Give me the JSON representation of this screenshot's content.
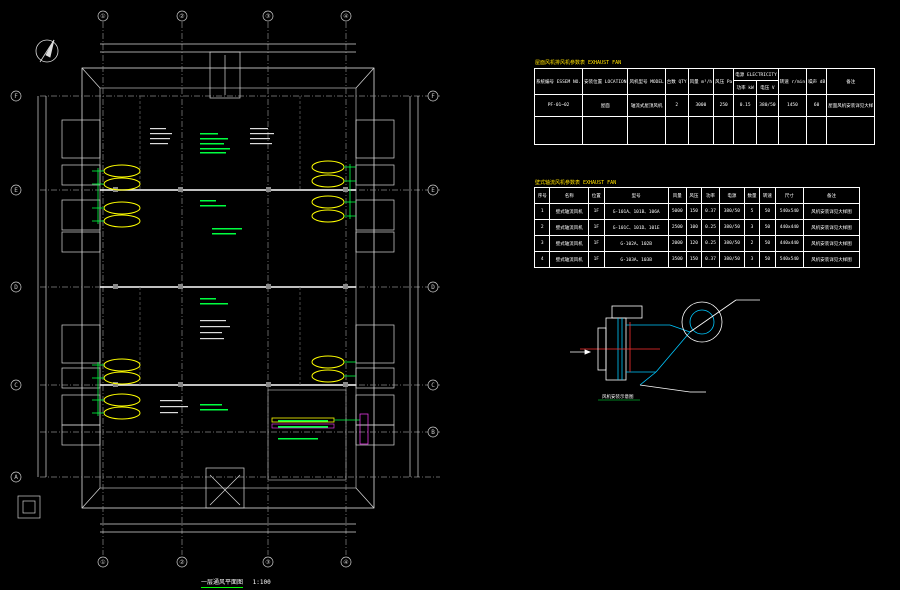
{
  "drawing": {
    "plan_title": "一层通风平面图",
    "plan_scale": "1:100",
    "grid_columns": [
      "①",
      "②",
      "③",
      "④"
    ],
    "grid_rows": [
      "F",
      "E",
      "D",
      "C",
      "B",
      "A"
    ],
    "detail_caption": "风机安装示意图"
  },
  "exhaust_fan_table": {
    "title": "屋面风机排风机参数表 EXHAUST FAN",
    "headers": [
      "系统编号\nESSEM NO.",
      "安装位置\nLOCATION",
      "风机型号\nMODEL",
      "台数\nQTY",
      "风量\nm³/h",
      "风压\nPa",
      "功率 kW",
      "电压 V",
      "转速\nr/min",
      "噪声\ndB",
      "备注"
    ],
    "header_group": "电源 ELECTRICITY",
    "rows": [
      [
        "PF-01~02",
        "屋面",
        "轴流式屋顶风机",
        "2",
        "3000",
        "250",
        "0.15",
        "380/50",
        "1450",
        "60",
        "屋面风机安装详见大样"
      ]
    ]
  },
  "exhaust_fan_table2": {
    "title": "壁式轴流风机参数表 EXHAUST FAN",
    "headers": [
      "序号",
      "名称",
      "位置",
      "型号",
      "风量",
      "风压",
      "功率",
      "电源",
      "数量",
      "转速",
      "尺寸",
      "备注"
    ],
    "rows": [
      [
        "1",
        "壁式轴流风机",
        "1F",
        "G-101A、101B、106A",
        "5000",
        "150",
        "0.37",
        "380/50",
        "5",
        "50",
        "540x540",
        "风机安装详见大样图"
      ],
      [
        "2",
        "壁式轴流风机",
        "1F",
        "G-101C、101D、101E",
        "2500",
        "100",
        "0.25",
        "380/50",
        "3",
        "50",
        "440x440",
        "风机安装详见大样图"
      ],
      [
        "3",
        "壁式轴流风机",
        "1F",
        "G-102A、102B",
        "2000",
        "120",
        "0.25",
        "380/50",
        "2",
        "50",
        "440x440",
        "风机安装详见大样图"
      ],
      [
        "4",
        "壁式轴流风机",
        "1F",
        "G-103A、103B",
        "3500",
        "150",
        "0.37",
        "380/50",
        "3",
        "50",
        "540x540",
        "风机安装详见大样图"
      ]
    ]
  },
  "colors": {
    "background": "#000000",
    "line": "#ffffff",
    "grid": "#c0c0c0",
    "note": "#00ff40",
    "highlight": "#ffff00",
    "accent": "#00c8ff",
    "red": "#ff3030",
    "magenta": "#ff40ff"
  }
}
